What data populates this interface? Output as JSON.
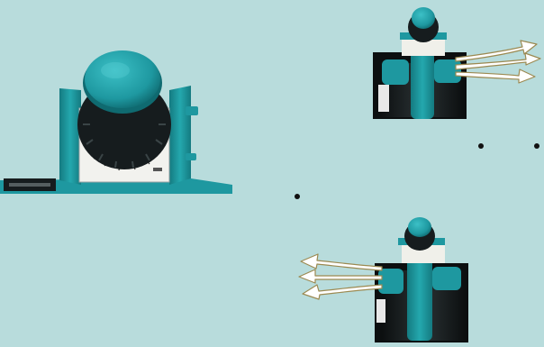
{
  "background_color": "#b8dcdc",
  "tool_teal": "#1e98a0",
  "tool_dark": "#161c1e",
  "arrow_fill": "#ffffff",
  "arrow_outline": "#9c8a52",
  "figures": [
    {
      "name": "depth-adjust-knob-closeup",
      "description_icon": "planer-knob-icon"
    },
    {
      "name": "planer-chip-ejection-right",
      "arrow_direction": "right",
      "arrow_count": 3
    },
    {
      "name": "planer-chip-ejection-left",
      "arrow_direction": "left",
      "arrow_count": 3
    }
  ],
  "bullets": [
    {
      "name": "bullet-1"
    },
    {
      "name": "bullet-2"
    },
    {
      "name": "bullet-3"
    }
  ]
}
